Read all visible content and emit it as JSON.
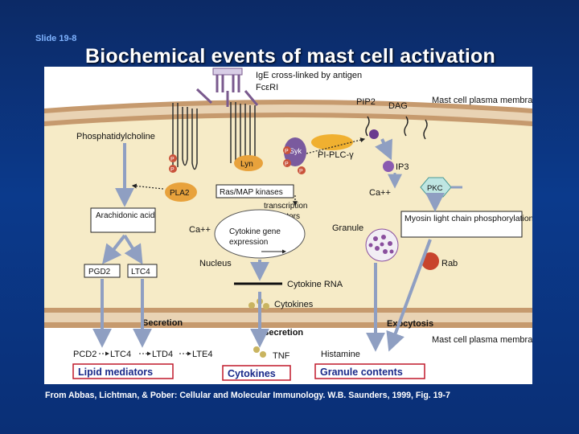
{
  "slide": {
    "number": "Slide 19-8",
    "title": "Biochemical events of mast cell activation",
    "credit": "From Abbas, Lichtman, & Pober: Cellular and Molecular Immunology. W.B. Saunders, 1999, Fig. 19-7"
  },
  "diagram": {
    "receptor_top": "IgE cross-linked by antigen",
    "receptor_name": "FcεRI",
    "pip2": "PIP2",
    "dag": "DAG",
    "membrane_top": "Mast cell plasma membrane",
    "membrane_bottom": "Mast cell plasma membrane",
    "phosphatidylcholine": "Phosphatidylcholine",
    "syk": "Syk",
    "lyn": "Lyn",
    "p": "P",
    "pi_plc": "PI-PLC-γ",
    "ip3": "IP3",
    "pla2": "PLA2",
    "ras_map": "Ras/MAP kinases",
    "transcription": "transcription",
    "factors": "factors",
    "ca_right": "Ca++",
    "ca_left": "Ca++",
    "pkc": "PKC",
    "arachidonic": "Arachidonic acid",
    "cytokine_gene": "Cytokine gene",
    "expression": "expression",
    "granule": "Granule",
    "myosin": "Myosin light chain phosphorylation",
    "nucleus": "Nucleus",
    "pgd2": "PGD2",
    "ltc4_box": "LTC4",
    "rab": "Rab",
    "cytokine_rna": "Cytokine RNA",
    "cytokines_small": "Cytokines",
    "secretion_left": "Secretion",
    "secretion_mid": "Secretion",
    "exocytosis": "Exocytosis",
    "pcd2": "PCD2",
    "ltc4": "LTC4",
    "ltd4": "LTD4",
    "lte4": "LTE4",
    "tnf": "TNF",
    "histamine": "Histamine",
    "lipid_mediators": "Lipid mediators",
    "cytokines": "Cytokines",
    "granule_contents": "Granule contents"
  },
  "colors": {
    "background": "#0b3a8c",
    "cytoplasm": "#f6ebc7",
    "membrane": "#c69a6e",
    "label_box_border": "#c0182a",
    "arrow": "#9aa9c9",
    "pla2": "#e8a23c",
    "pi_plc": "#f0b030",
    "pkc": "#bfe6e2",
    "rab": "#c8442c",
    "granule": "#8a4f9e"
  }
}
